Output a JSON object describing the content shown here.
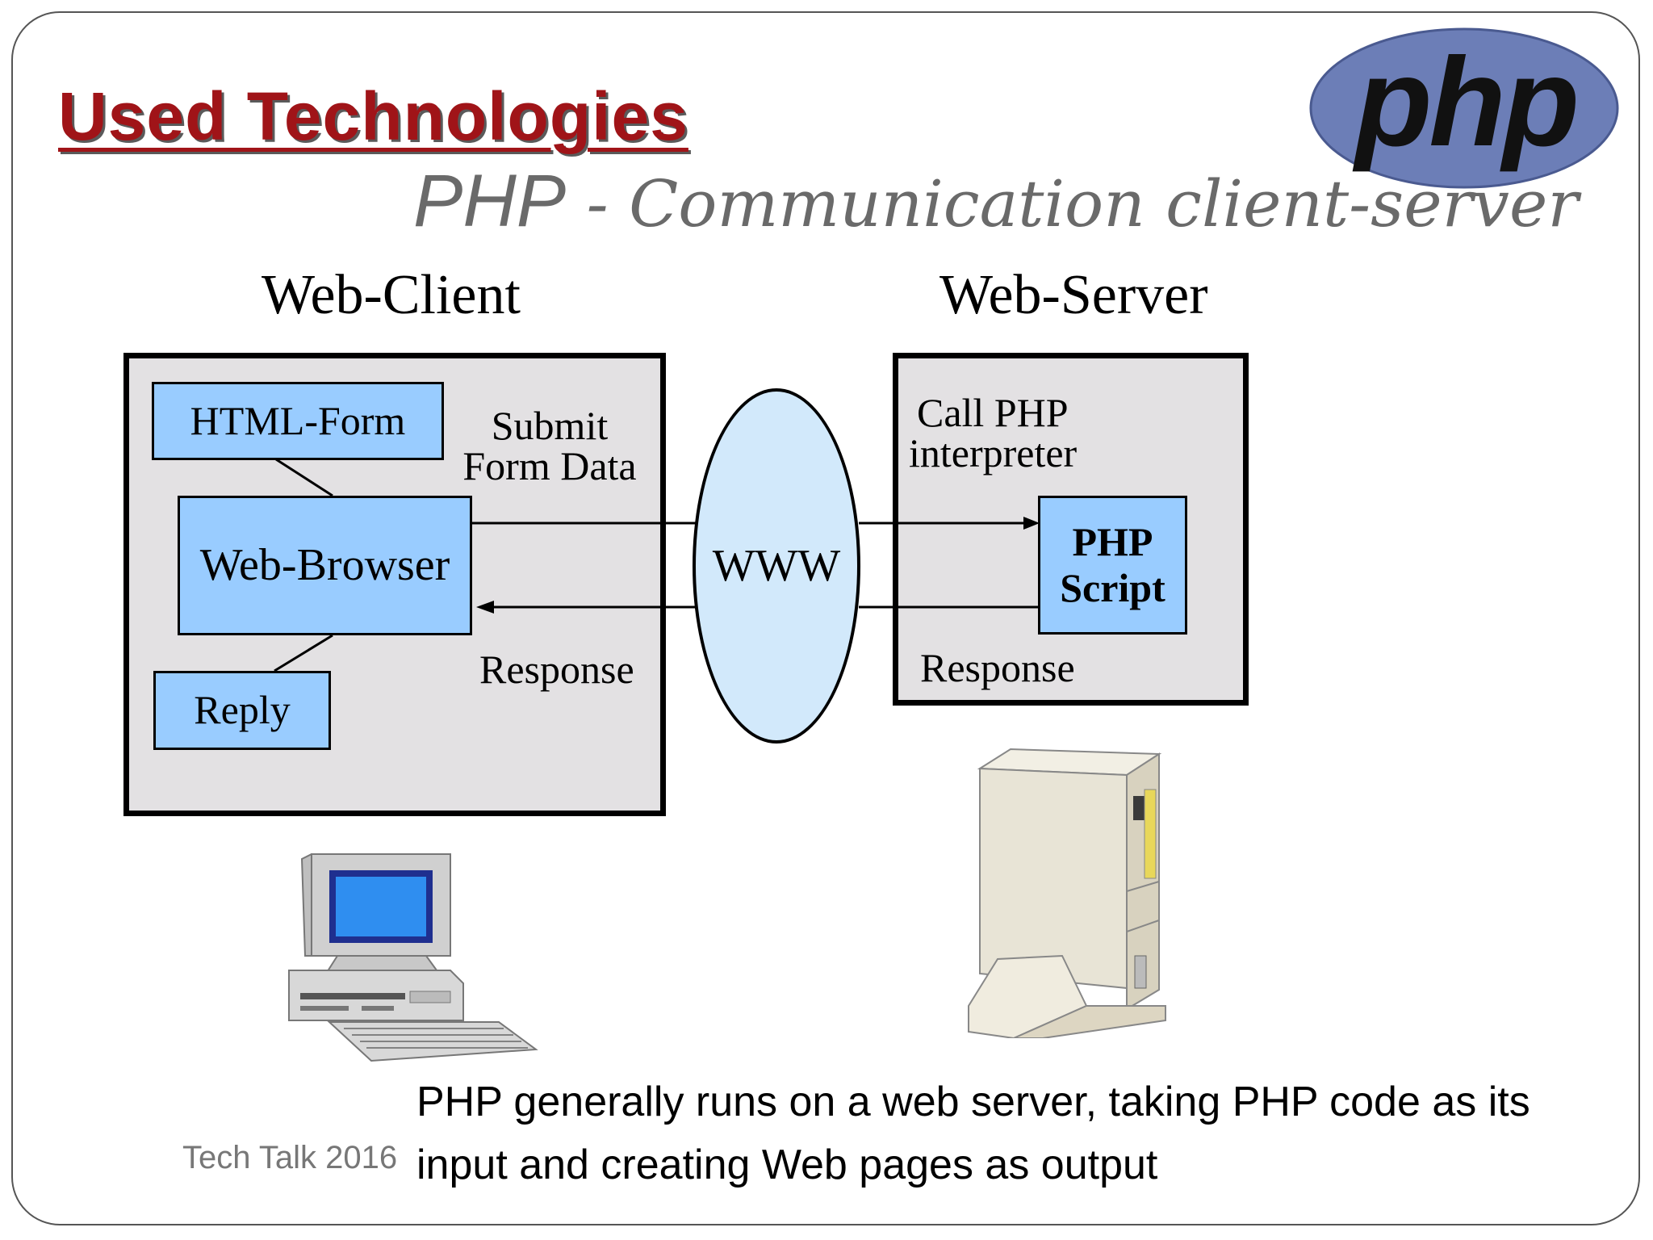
{
  "slide": {
    "heading": "Used Technologies",
    "subtitle_main": "PHP",
    "subtitle_rest": " - Communication client-server",
    "footer": "Tech Talk 2016",
    "caption": "PHP generally runs on a web server, taking PHP code as its input and creating Web pages as output",
    "logo_text": "php"
  },
  "diagram": {
    "client_title": "Web-Client",
    "server_title": "Web-Server",
    "html_form": "HTML-Form",
    "web_browser": "Web-Browser",
    "reply": "Reply",
    "submit_label_1": "Submit",
    "submit_label_2": "Form Data",
    "client_response": "Response",
    "www": "WWW",
    "call_label_1": "Call PHP",
    "call_label_2": "interpreter",
    "php_script_1": "PHP",
    "php_script_2": "Script",
    "server_response": "Response"
  },
  "colors": {
    "heading": "#a01418",
    "node_fill": "#99ccff",
    "panel_fill": "#e3e1e3",
    "www_fill": "#d2e9fb",
    "logo_fill": "#6c7eb7"
  },
  "icons": [
    "php-logo",
    "desktop-computer-icon",
    "tower-server-icon"
  ]
}
